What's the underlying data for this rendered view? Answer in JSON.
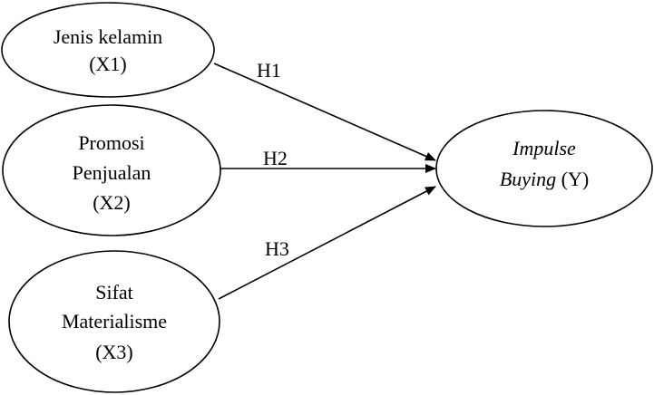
{
  "diagram": {
    "nodes": {
      "x1": {
        "line1": "Jenis kelamin",
        "line2": "(X1)"
      },
      "x2": {
        "line1": "Promosi",
        "line2": "Penjualan",
        "line3": "(X2)"
      },
      "x3": {
        "line1": "Sifat",
        "line2": "Materialisme",
        "line3": "(X3)"
      },
      "y": {
        "line1": "Impulse",
        "line2_italic": "Buying",
        "line2_rest": " (Y)"
      }
    },
    "edges": {
      "h1": "H1",
      "h2": "H2",
      "h3": "H3"
    }
  }
}
